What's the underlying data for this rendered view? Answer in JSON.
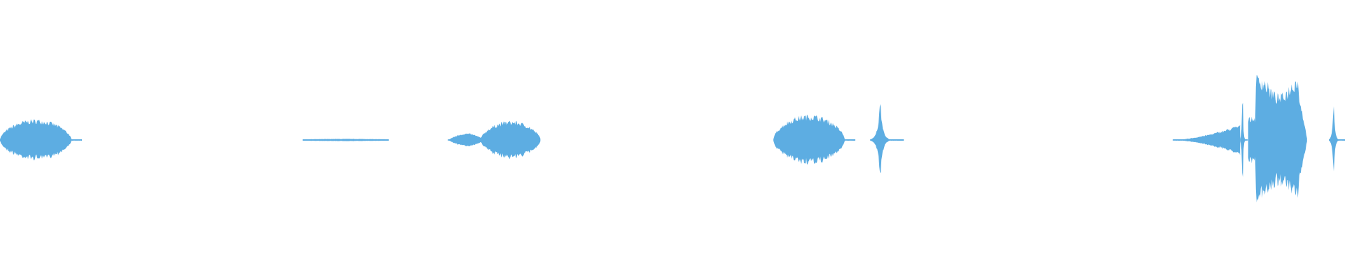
{
  "waveform": {
    "color": "#5dade2",
    "background": "#ffffff",
    "duration_fraction_note": "",
    "segments": [
      {
        "start": 0.0,
        "end": 0.061,
        "amp": 0.27,
        "shape": "plateau"
      },
      {
        "start": 0.225,
        "end": 0.289,
        "amp": 0.015,
        "shape": "flat"
      },
      {
        "start": 0.333,
        "end": 0.402,
        "amp": 0.25,
        "shape": "double"
      },
      {
        "start": 0.575,
        "end": 0.636,
        "amp": 0.33,
        "shape": "plateau"
      },
      {
        "start": 0.647,
        "end": 0.672,
        "amp": 0.55,
        "shape": "spike"
      },
      {
        "start": 0.872,
        "end": 0.922,
        "amp": 0.2,
        "shape": "ramp"
      },
      {
        "start": 0.922,
        "end": 0.928,
        "amp": 1.0,
        "shape": "spike"
      },
      {
        "start": 0.928,
        "end": 0.972,
        "amp": 0.85,
        "shape": "burst"
      },
      {
        "start": 0.988,
        "end": 1.0,
        "amp": 0.55,
        "shape": "spike"
      }
    ]
  }
}
